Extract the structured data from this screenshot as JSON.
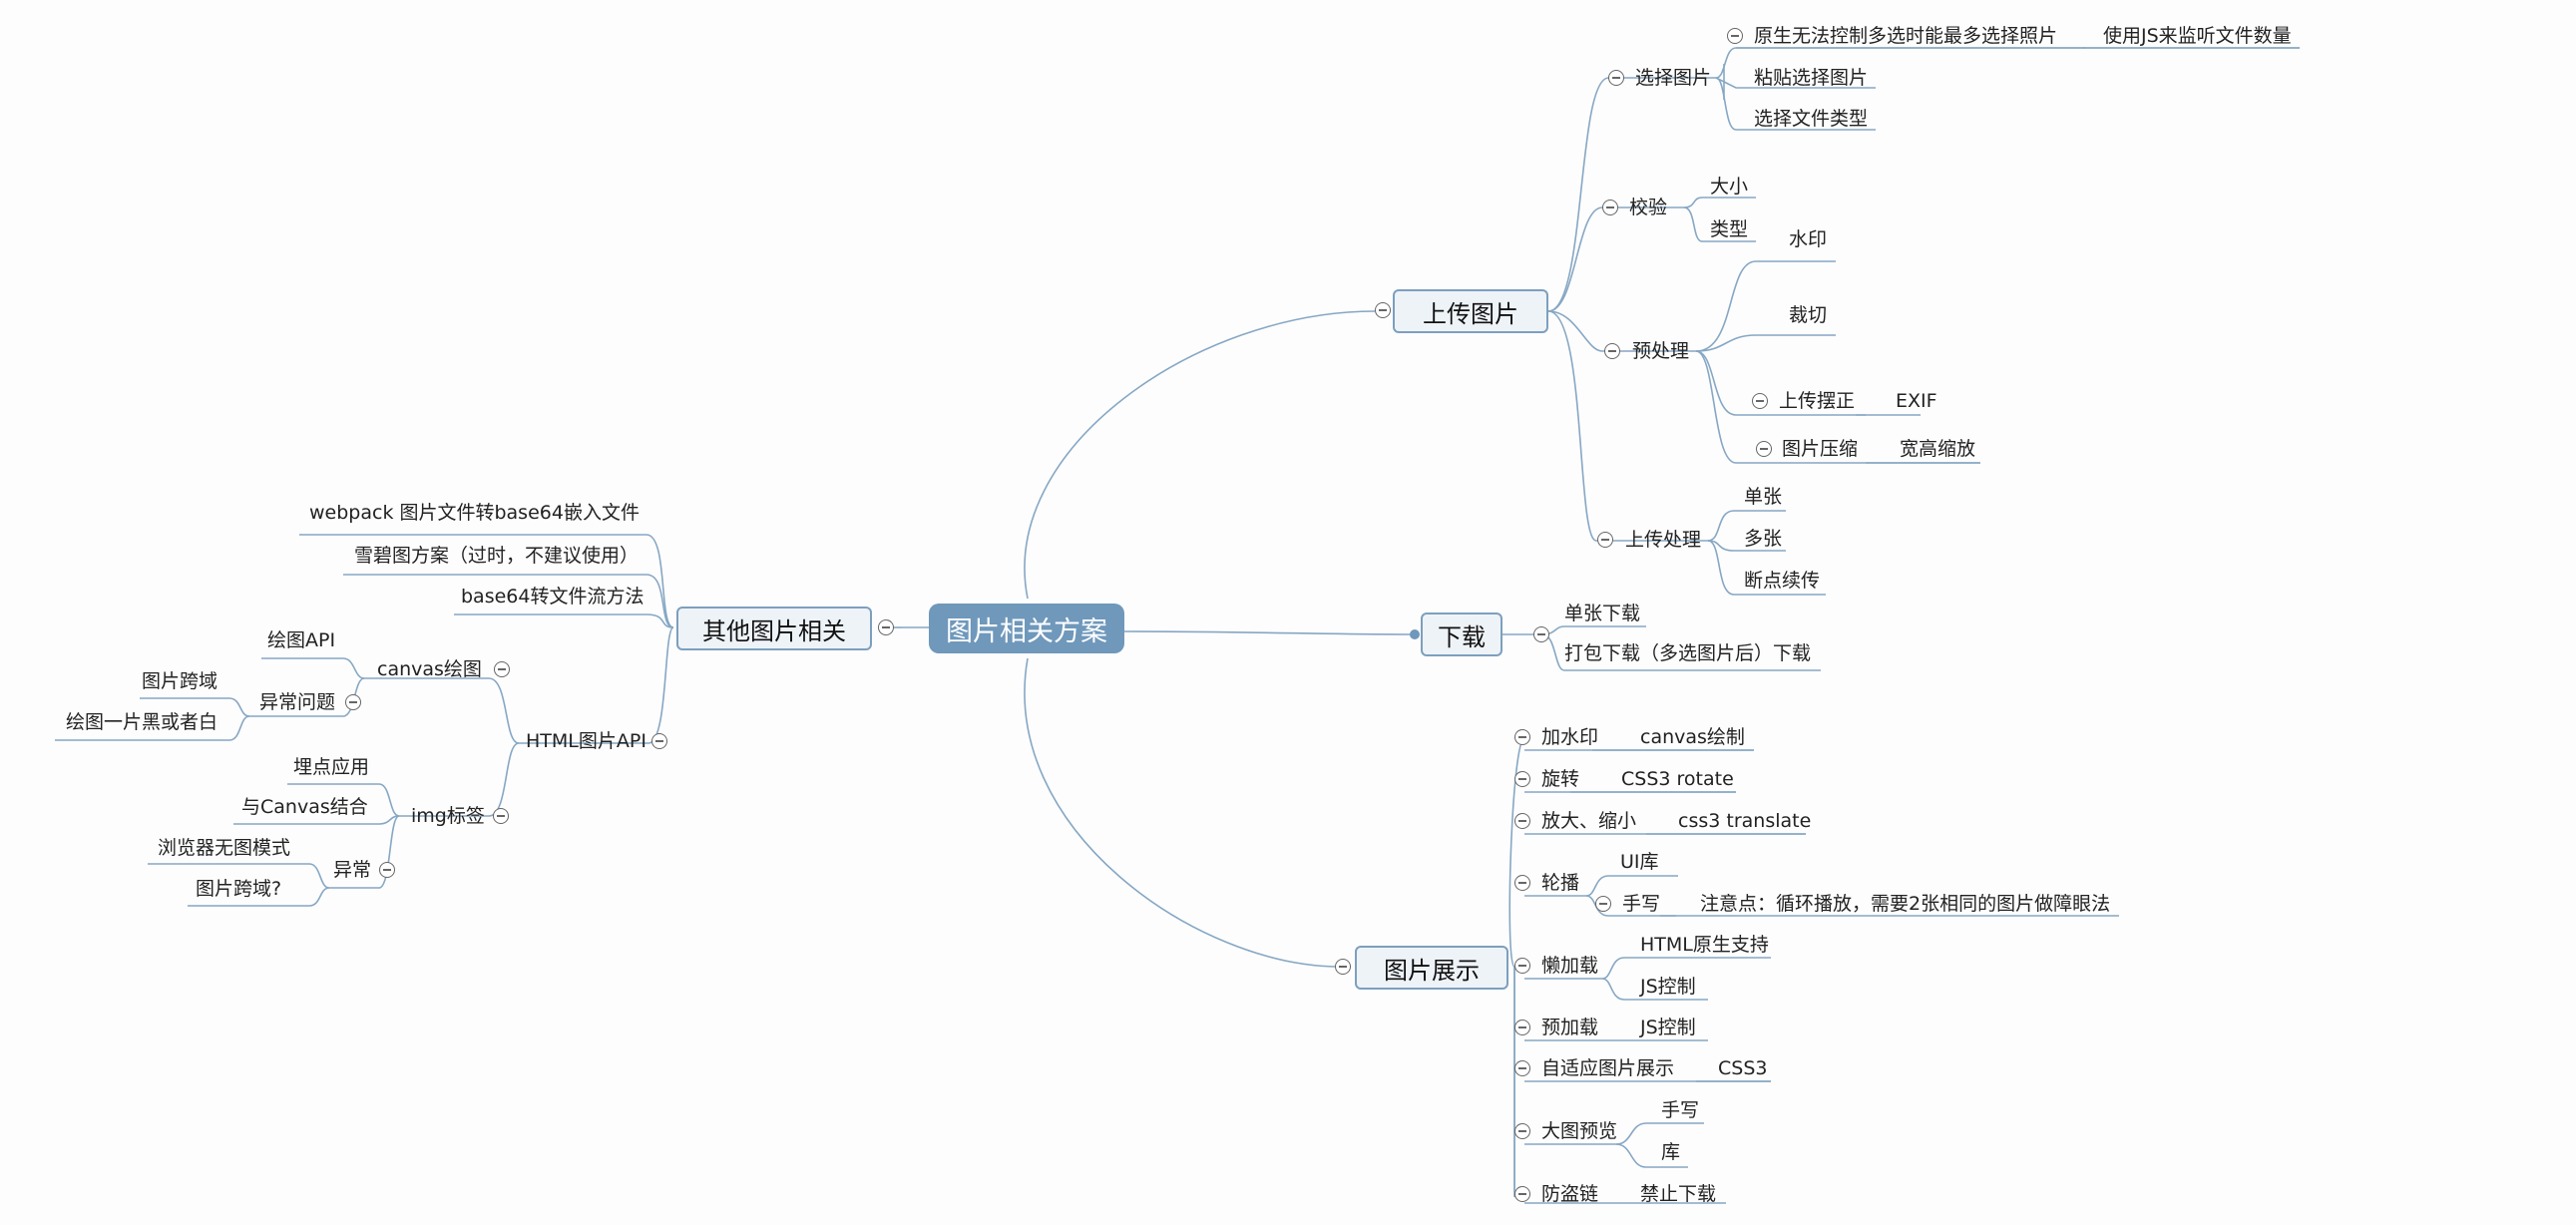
{
  "root": "图片相关方案",
  "upload": {
    "title": "上传图片",
    "select": {
      "label": "选择图片",
      "items": [
        "原生无法控制多选时能最多选择照片",
        "粘贴选择图片",
        "选择文件类型"
      ],
      "note": "使用JS来监听文件数量"
    },
    "verify": {
      "label": "校验",
      "items": [
        "大小",
        "类型"
      ]
    },
    "pre": {
      "label": "预处理",
      "items": [
        "水印",
        "裁切"
      ],
      "fix": {
        "label": "上传摆正",
        "child": "EXIF"
      },
      "compress": {
        "label": "图片压缩",
        "child": "宽高缩放"
      }
    },
    "proc": {
      "label": "上传处理",
      "items": [
        "单张",
        "多张",
        "断点续传"
      ]
    }
  },
  "download": {
    "title": "下载",
    "items": [
      "单张下载",
      "打包下载（多选图片后）下载"
    ]
  },
  "display": {
    "title": "图片展示",
    "watermark": {
      "label": "加水印",
      "child": "canvas绘制"
    },
    "rotate": {
      "label": "旋转",
      "child": "CSS3 rotate"
    },
    "zoom": {
      "label": "放大、缩小",
      "child": "css3 translate"
    },
    "carousel": {
      "label": "轮播",
      "items": [
        "UI库"
      ],
      "hand": {
        "label": "手写",
        "child": "注意点：循环播放，需要2张相同的图片做障眼法"
      }
    },
    "lazy": {
      "label": "懒加载",
      "items": [
        "HTML原生支持",
        "JS控制"
      ]
    },
    "preload": {
      "label": "预加载",
      "child": "JS控制"
    },
    "adaptive": {
      "label": "自适应图片展示",
      "child": "CSS3"
    },
    "preview": {
      "label": "大图预览",
      "items": [
        "手写",
        "库"
      ]
    },
    "hotlink": {
      "label": "防盗链",
      "child": "禁止下载"
    }
  },
  "other": {
    "title": "其他图片相关",
    "items": [
      "webpack 图片文件转base64嵌入文件",
      "雪碧图方案（过时，不建议使用）",
      "base64转文件流方法"
    ],
    "api": {
      "label": "HTML图片API",
      "canvas": {
        "label": "canvas绘图",
        "items": [
          "绘图API"
        ],
        "error": {
          "label": "异常问题",
          "items": [
            "图片跨域",
            "绘图一片黑或者白"
          ]
        }
      },
      "img": {
        "label": "img标签",
        "items": [
          "埋点应用",
          "与Canvas结合"
        ],
        "error": {
          "label": "异常",
          "items": [
            "浏览器无图模式",
            "图片跨域?"
          ]
        }
      }
    }
  }
}
